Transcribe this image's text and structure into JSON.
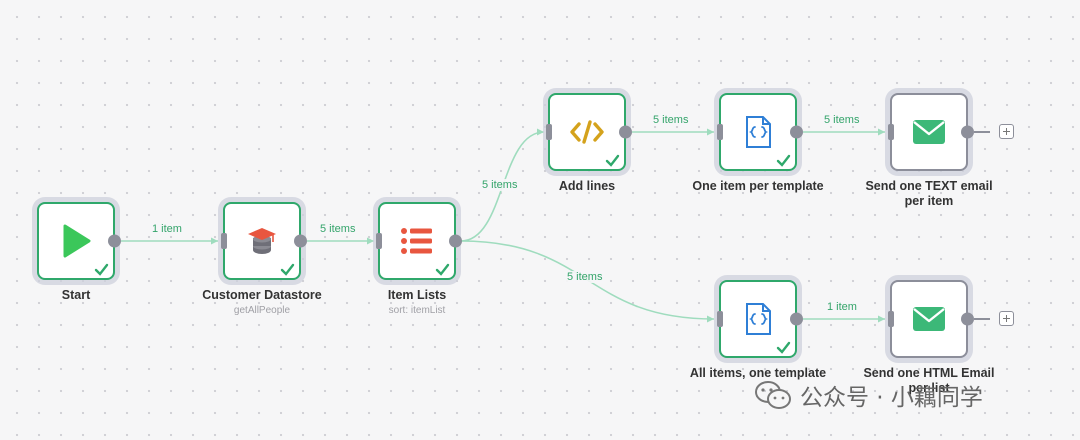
{
  "nodes": {
    "start": {
      "title": "Start",
      "icon": "play-icon"
    },
    "datastore": {
      "title": "Customer Datastore",
      "subtitle": "getAllPeople",
      "icon": "database-cap-icon"
    },
    "item_lists": {
      "title": "Item Lists",
      "subtitle": "sort: itemList",
      "icon": "list-icon"
    },
    "add_lines": {
      "title": "Add lines",
      "icon": "code-icon"
    },
    "one_item_template": {
      "title": "One item per template",
      "icon": "braces-file-icon"
    },
    "send_text": {
      "title": "Send one TEXT email per item",
      "icon": "envelope-icon"
    },
    "all_items_template": {
      "title": "All items, one template",
      "icon": "braces-file-icon"
    },
    "send_html": {
      "title": "Send one HTML Email per list",
      "icon": "envelope-icon"
    }
  },
  "edges": {
    "start_to_datastore": "1 item",
    "datastore_to_itemlists": "5 items",
    "itemlists_to_addlines": "5 items",
    "addlines_to_oneitem": "5 items",
    "oneitem_to_sendtext": "5 items",
    "itemlists_to_allitems": "5 items",
    "allitems_to_sendhtml": "1 item"
  },
  "watermark": {
    "text": "公众号 · 小藕同学"
  },
  "colors": {
    "success": "#2fa86b",
    "edge": "#9fdcbe",
    "port": "#8d8f9a",
    "play": "#3bc75a",
    "list": "#e8563f",
    "code": "#d4a21c",
    "file": "#2f7fd6",
    "mail": "#3cb878"
  }
}
